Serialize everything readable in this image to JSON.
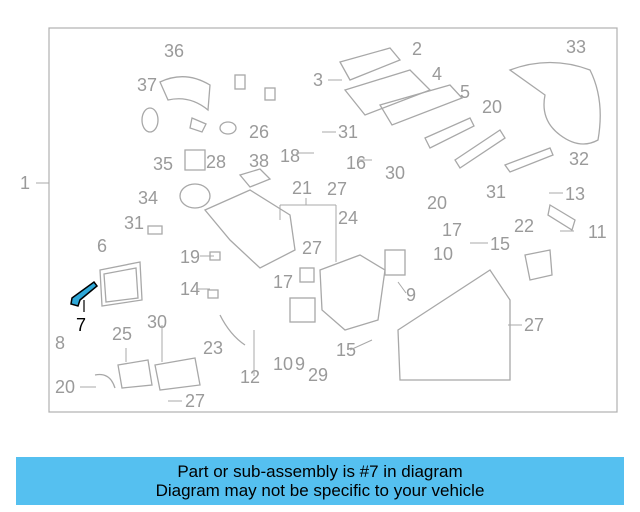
{
  "diagram": {
    "callouts": [
      "1",
      "2",
      "3",
      "4",
      "5",
      "6",
      "7",
      "8",
      "9",
      "9",
      "10",
      "10",
      "11",
      "12",
      "13",
      "14",
      "15",
      "15",
      "16",
      "17",
      "17",
      "18",
      "19",
      "20",
      "20",
      "20",
      "21",
      "22",
      "23",
      "24",
      "25",
      "26",
      "27",
      "27",
      "27",
      "27",
      "28",
      "29",
      "30",
      "30",
      "31",
      "31",
      "31",
      "32",
      "33",
      "34",
      "35",
      "36",
      "37",
      "38"
    ],
    "highlighted_part": "7",
    "highlight_color": "#000000",
    "part_color": "#a8a8a8"
  },
  "banner": {
    "line1": "Part or sub-assembly is #7 in diagram",
    "line2": "Diagram may not be specific to your vehicle",
    "background": "#55c0f0"
  }
}
